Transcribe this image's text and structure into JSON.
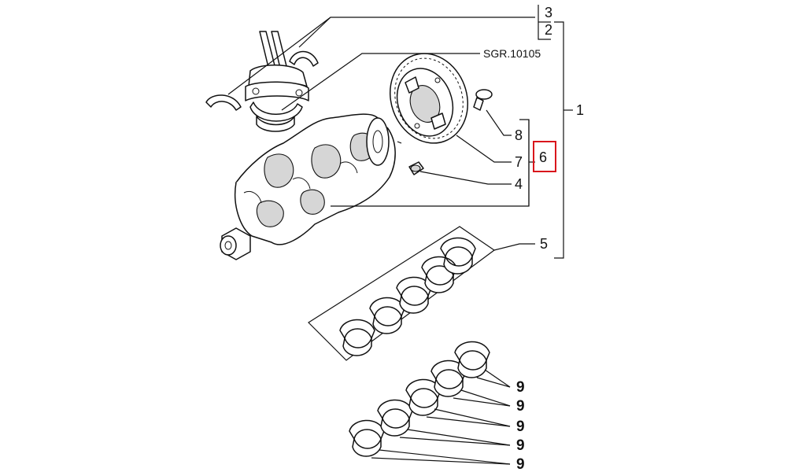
{
  "callouts": {
    "c3": "3",
    "c2": "2",
    "c1": "1",
    "sgr": "SGR.10105",
    "c8": "8",
    "c7": "7",
    "c6": "6",
    "c4": "4",
    "c5": "5",
    "c9": [
      "9",
      "9",
      "9",
      "9",
      "9"
    ]
  },
  "colors": {
    "highlight": "#d9161c",
    "line": "#111111",
    "shading": "#d6d6d6"
  }
}
